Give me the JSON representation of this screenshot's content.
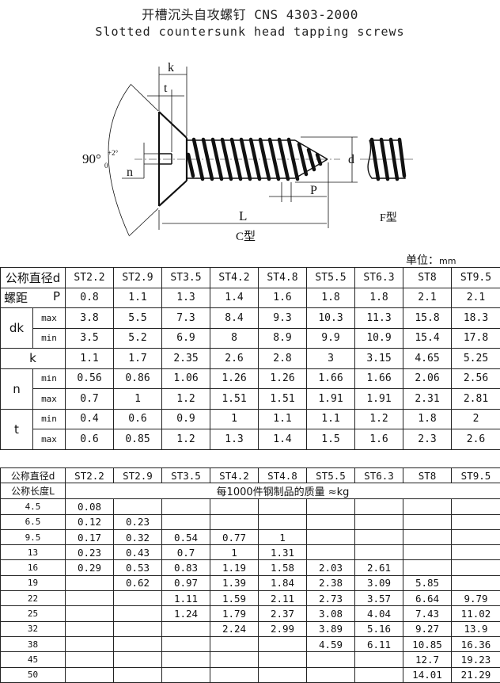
{
  "title": {
    "chinese": "开槽沉头自攻螺钉 CNS 4303-2000",
    "english": "Slotted countersunk head tapping screws"
  },
  "drawing": {
    "labels": {
      "k": "k",
      "t": "t",
      "n": "n",
      "d": "d",
      "P": "P",
      "L": "L",
      "angle": "90°",
      "angle_tol_upper": "+2°",
      "angle_tol_lower": "0",
      "type_c": "C型",
      "type_f": "F型"
    }
  },
  "unit": {
    "label": "单位：",
    "value": "mm"
  },
  "dimensions_table": {
    "header_label": "公称直径d",
    "sizes": [
      "ST2.2",
      "ST2.9",
      "ST3.5",
      "ST4.2",
      "ST4.8",
      "ST5.5",
      "ST6.3",
      "ST8",
      "ST9.5"
    ],
    "pitch": {
      "label": "螺距",
      "symbol": "P",
      "values": [
        "0.8",
        "1.1",
        "1.3",
        "1.4",
        "1.6",
        "1.8",
        "1.8",
        "2.1",
        "2.1"
      ]
    },
    "dk": {
      "label": "dk",
      "max": {
        "label": "max",
        "values": [
          "3.8",
          "5.5",
          "7.3",
          "8.4",
          "9.3",
          "10.3",
          "11.3",
          "15.8",
          "18.3"
        ]
      },
      "min": {
        "label": "min",
        "values": [
          "3.5",
          "5.2",
          "6.9",
          "8",
          "8.9",
          "9.9",
          "10.9",
          "15.4",
          "17.8"
        ]
      }
    },
    "k": {
      "label": "k",
      "values": [
        "1.1",
        "1.7",
        "2.35",
        "2.6",
        "2.8",
        "3",
        "3.15",
        "4.65",
        "5.25"
      ]
    },
    "n": {
      "label": "n",
      "min": {
        "label": "min",
        "values": [
          "0.56",
          "0.86",
          "1.06",
          "1.26",
          "1.26",
          "1.66",
          "1.66",
          "2.06",
          "2.56"
        ]
      },
      "max": {
        "label": "max",
        "values": [
          "0.7",
          "1",
          "1.2",
          "1.51",
          "1.51",
          "1.91",
          "1.91",
          "2.31",
          "2.81"
        ]
      }
    },
    "t": {
      "label": "t",
      "min": {
        "label": "min",
        "values": [
          "0.4",
          "0.6",
          "0.9",
          "1",
          "1.1",
          "1.1",
          "1.2",
          "1.8",
          "2"
        ]
      },
      "max": {
        "label": "max",
        "values": [
          "0.6",
          "0.85",
          "1.2",
          "1.3",
          "1.4",
          "1.5",
          "1.6",
          "2.3",
          "2.6"
        ]
      }
    }
  },
  "mass_table": {
    "header_label": "公称直径d",
    "length_label": "公称长度L",
    "mass_caption": "每1000件钢制品的质量 ≈kg",
    "sizes": [
      "ST2.2",
      "ST2.9",
      "ST3.5",
      "ST4.2",
      "ST4.8",
      "ST5.5",
      "ST6.3",
      "ST8",
      "ST9.5"
    ],
    "rows": [
      {
        "L": "4.5",
        "values": [
          "0.08",
          "",
          "",
          "",
          "",
          "",
          "",
          "",
          ""
        ]
      },
      {
        "L": "6.5",
        "values": [
          "0.12",
          "0.23",
          "",
          "",
          "",
          "",
          "",
          "",
          ""
        ]
      },
      {
        "L": "9.5",
        "values": [
          "0.17",
          "0.32",
          "0.54",
          "0.77",
          "1",
          "",
          "",
          "",
          ""
        ]
      },
      {
        "L": "13",
        "values": [
          "0.23",
          "0.43",
          "0.7",
          "1",
          "1.31",
          "",
          "",
          "",
          ""
        ]
      },
      {
        "L": "16",
        "values": [
          "0.29",
          "0.53",
          "0.83",
          "1.19",
          "1.58",
          "2.03",
          "2.61",
          "",
          ""
        ]
      },
      {
        "L": "19",
        "values": [
          "",
          "0.62",
          "0.97",
          "1.39",
          "1.84",
          "2.38",
          "3.09",
          "5.85",
          ""
        ]
      },
      {
        "L": "22",
        "values": [
          "",
          "",
          "1.11",
          "1.59",
          "2.11",
          "2.73",
          "3.57",
          "6.64",
          "9.79"
        ]
      },
      {
        "L": "25",
        "values": [
          "",
          "",
          "1.24",
          "1.79",
          "2.37",
          "3.08",
          "4.04",
          "7.43",
          "11.02"
        ]
      },
      {
        "L": "32",
        "values": [
          "",
          "",
          "",
          "2.24",
          "2.99",
          "3.89",
          "5.16",
          "9.27",
          "13.9"
        ]
      },
      {
        "L": "38",
        "values": [
          "",
          "",
          "",
          "",
          "",
          "4.59",
          "6.11",
          "10.85",
          "16.36"
        ]
      },
      {
        "L": "45",
        "values": [
          "",
          "",
          "",
          "",
          "",
          "",
          "",
          "12.7",
          "19.23"
        ]
      },
      {
        "L": "50",
        "values": [
          "",
          "",
          "",
          "",
          "",
          "",
          "",
          "14.01",
          "21.29"
        ]
      }
    ]
  }
}
